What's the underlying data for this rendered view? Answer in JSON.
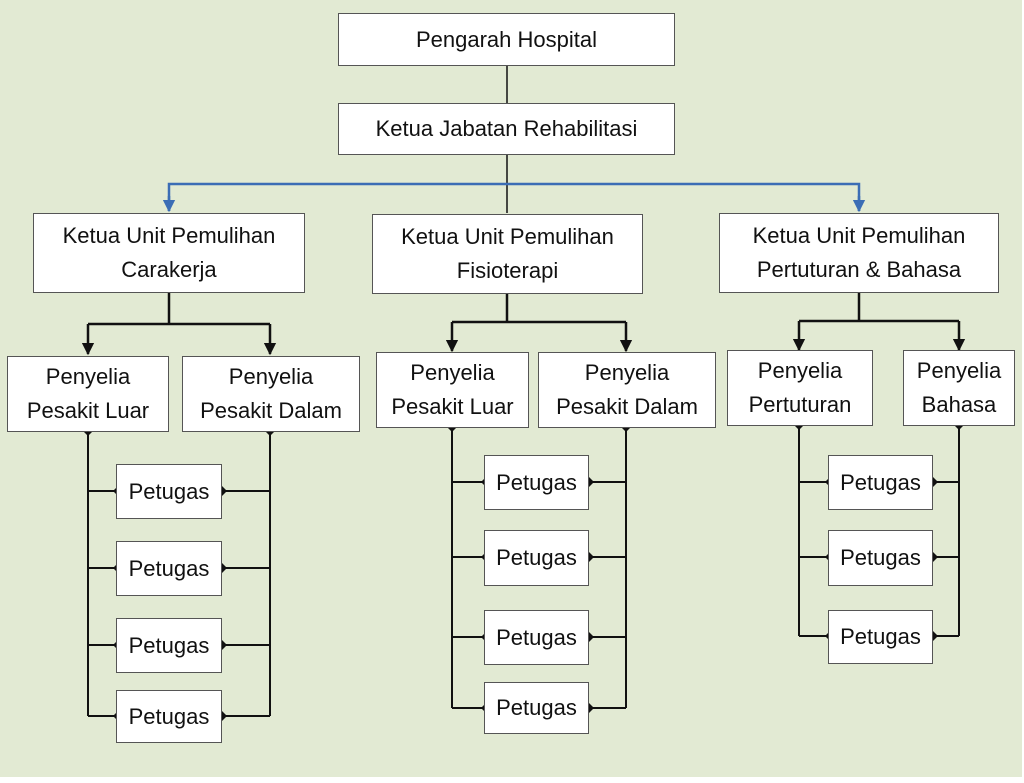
{
  "director": {
    "label": "Pengarah Hospital"
  },
  "department_head": {
    "label": "Ketua Jabatan Rehabilitasi"
  },
  "units": [
    {
      "label": "Ketua Unit Pemulihan\nCarakerja",
      "supervisors": [
        "Penyelia\nPesakit Luar",
        "Penyelia\nPesakit Dalam"
      ],
      "officers": [
        "Petugas",
        "Petugas",
        "Petugas",
        "Petugas"
      ]
    },
    {
      "label": "Ketua Unit Pemulihan\nFisioterapi",
      "supervisors": [
        "Penyelia\nPesakit Luar",
        "Penyelia\nPesakit Dalam"
      ],
      "officers": [
        "Petugas",
        "Petugas",
        "Petugas",
        "Petugas"
      ]
    },
    {
      "label": "Ketua Unit Pemulihan\nPertuturan & Bahasa",
      "supervisors": [
        "Penyelia\nPertuturan",
        "Penyelia\nBahasa"
      ],
      "officers": [
        "Petugas",
        "Petugas",
        "Petugas"
      ]
    }
  ],
  "colors": {
    "background": "#e2ead3",
    "box_fill": "#ffffff",
    "connector": "#111111",
    "arrow_accent": "#3b6db5"
  }
}
